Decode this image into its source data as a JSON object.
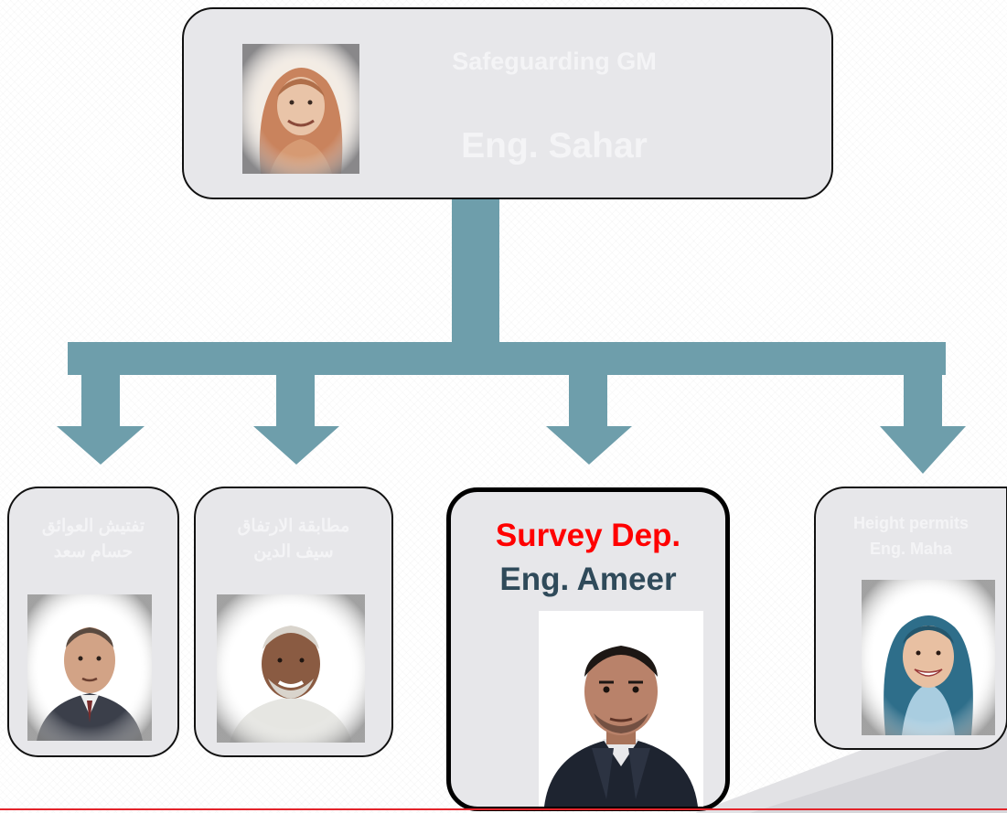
{
  "colors": {
    "connector": "#6e9eab",
    "node_fill": "#e7e7ea",
    "node_border": "#111111",
    "faded_text": "#f4f4f6",
    "highlight_title": "#ff0000",
    "highlight_name": "#2f4a5a",
    "bottom_rule": "#e3242b"
  },
  "top_node": {
    "title": "Safeguarding GM",
    "name": "Eng. Sahar",
    "photo": "woman-headscarf-portrait"
  },
  "children": [
    {
      "line1": "تفتيش العوائق",
      "line2": "حسام سعد",
      "photo": "man-suit-portrait"
    },
    {
      "line1": "مطابقة الارتفاق",
      "line2": "سيف الدين",
      "photo": "older-man-portrait"
    },
    {
      "line1": "Survey Dep.",
      "line2": "Eng. Ameer",
      "photo": "man-dark-jacket-portrait",
      "highlighted": true
    },
    {
      "line1": "Height permits",
      "line2": "Eng. Maha",
      "photo": "woman-headscarf-smiling-portrait"
    }
  ]
}
